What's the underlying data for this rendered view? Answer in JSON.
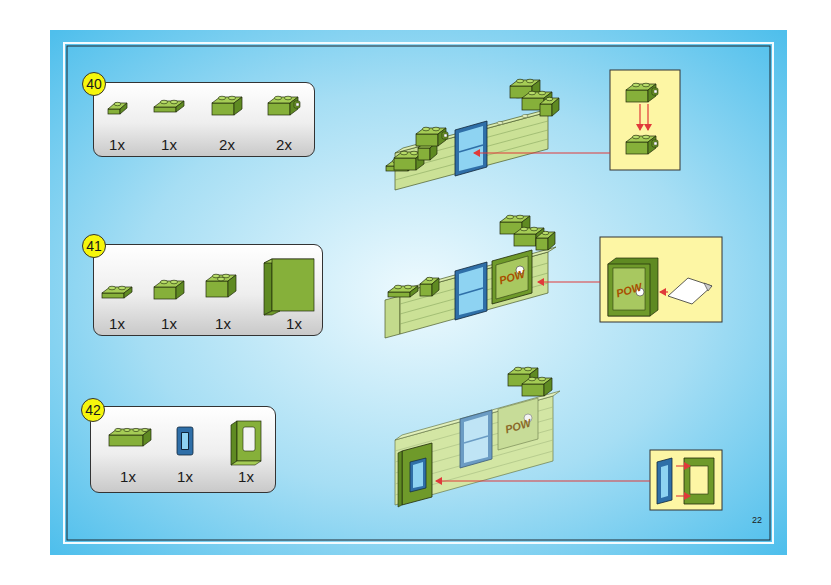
{
  "diagram": {
    "nodes": [
      {
        "text": [
          "1x",
          "1x",
          "2x",
          "2x"
        ]
      },
      {
        "text": [
          "40"
        ],
        "in": 0
      },
      {
        "text": [
          "1x",
          "1x",
          "1x",
          "1x"
        ]
      },
      {
        "text": [
          "41"
        ],
        "in": 2
      },
      {
        "text": [
          "1x",
          "1x",
          "1x"
        ]
      },
      {
        "text": [
          "42"
        ],
        "in": 4
      }
    ],
    "labels": [
      "POW",
      "POW",
      "POW",
      "22"
    ]
  }
}
